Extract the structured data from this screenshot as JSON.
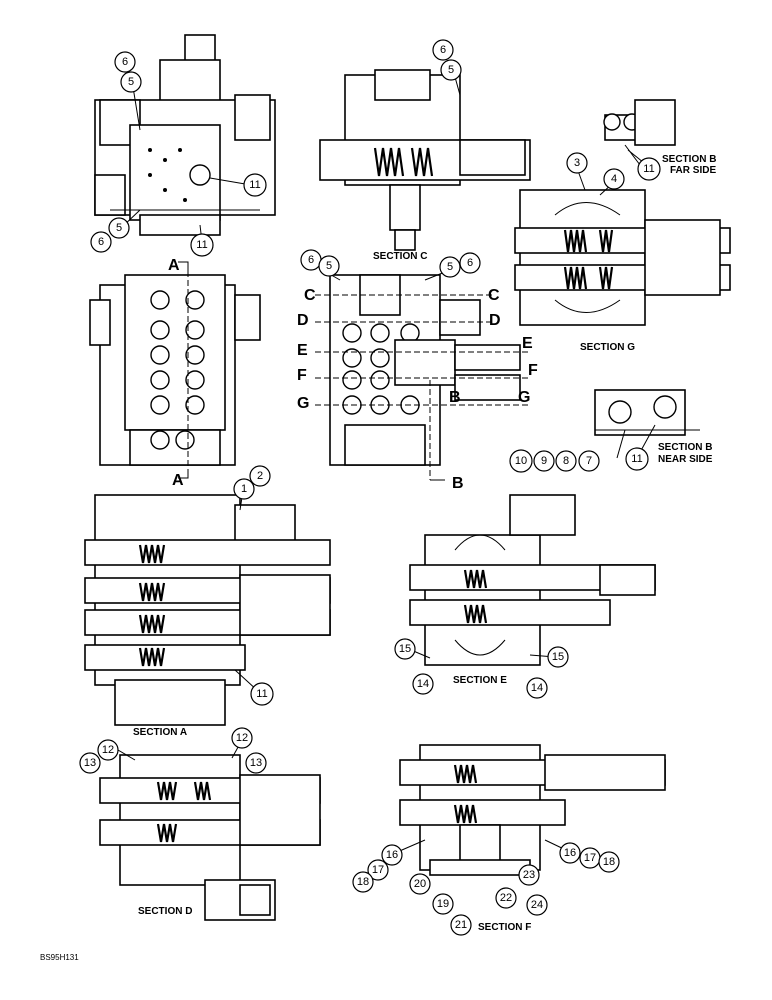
{
  "figure_code": "BS95H131",
  "sections": {
    "a": "SECTION A",
    "b_far": [
      "SECTION B",
      "FAR SIDE"
    ],
    "b_near": [
      "SECTION B",
      "NEAR SIDE"
    ],
    "c": "SECTION C",
    "d": "SECTION D",
    "e": "SECTION E",
    "f": "SECTION F",
    "g": "SECTION G"
  },
  "cut_letters": {
    "a": "A",
    "b": "B",
    "c": "C",
    "d": "D",
    "e": "E",
    "f": "F",
    "g": "G"
  },
  "callouts": {
    "n1": "1",
    "n2": "2",
    "n3": "3",
    "n4": "4",
    "n5": "5",
    "n6": "6",
    "n7": "7",
    "n8": "8",
    "n9": "9",
    "n10": "10",
    "n11": "11",
    "n12": "12",
    "n13": "13",
    "n14": "14",
    "n15": "15",
    "n16": "16",
    "n17": "17",
    "n18": "18",
    "n19": "19",
    "n20": "20",
    "n21": "21",
    "n22": "22",
    "n23": "23",
    "n24": "24"
  }
}
